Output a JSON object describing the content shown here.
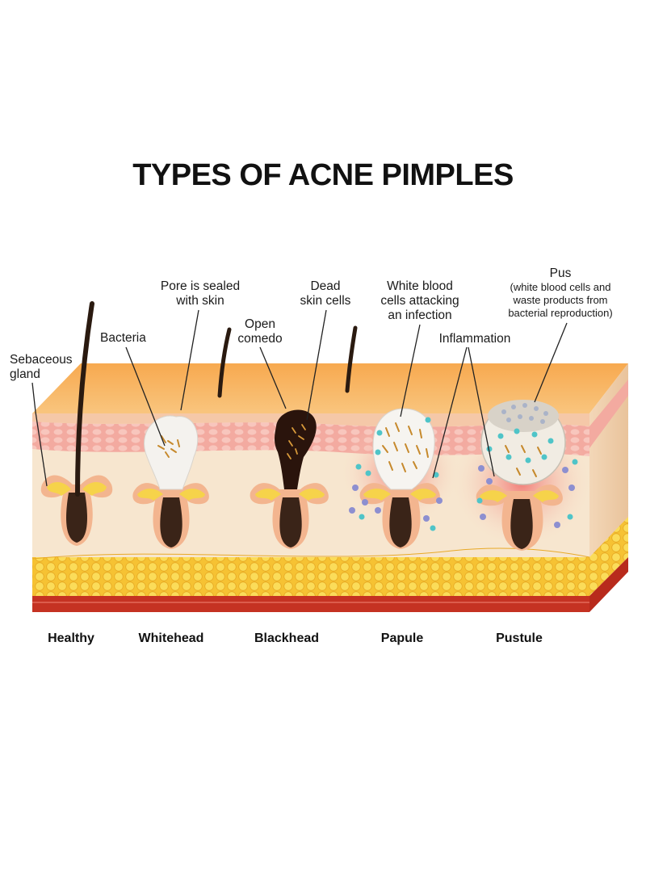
{
  "title": "TYPES OF ACNE PIMPLES",
  "labels": {
    "sebaceous_gland": [
      "Sebaceous",
      "gland"
    ],
    "bacteria": "Bacteria",
    "pore_sealed": [
      "Pore is sealed",
      "with skin"
    ],
    "open_comedo": [
      "Open",
      "comedo"
    ],
    "dead_skin": [
      "Dead",
      "skin cells"
    ],
    "white_blood": [
      "White blood",
      "cells attacking",
      "an infection"
    ],
    "inflammation": "Inflammation",
    "pus_title": "Pus",
    "pus_detail": [
      "(white blood cells and",
      "waste products from",
      "bacterial reproduction)"
    ]
  },
  "stages": [
    "Healthy",
    "Whitehead",
    "Blackhead",
    "Papule",
    "Pustule"
  ],
  "colors": {
    "skin_top": "#f7b15c",
    "epidermis": "#f3a9a0",
    "dermis": "#f7e6cf",
    "fat": "#f8cf3a",
    "muscle": "#c8301f",
    "follicle": "#3a2418",
    "sebum": "#f6d34a",
    "inflammation": "#f37d7d"
  }
}
